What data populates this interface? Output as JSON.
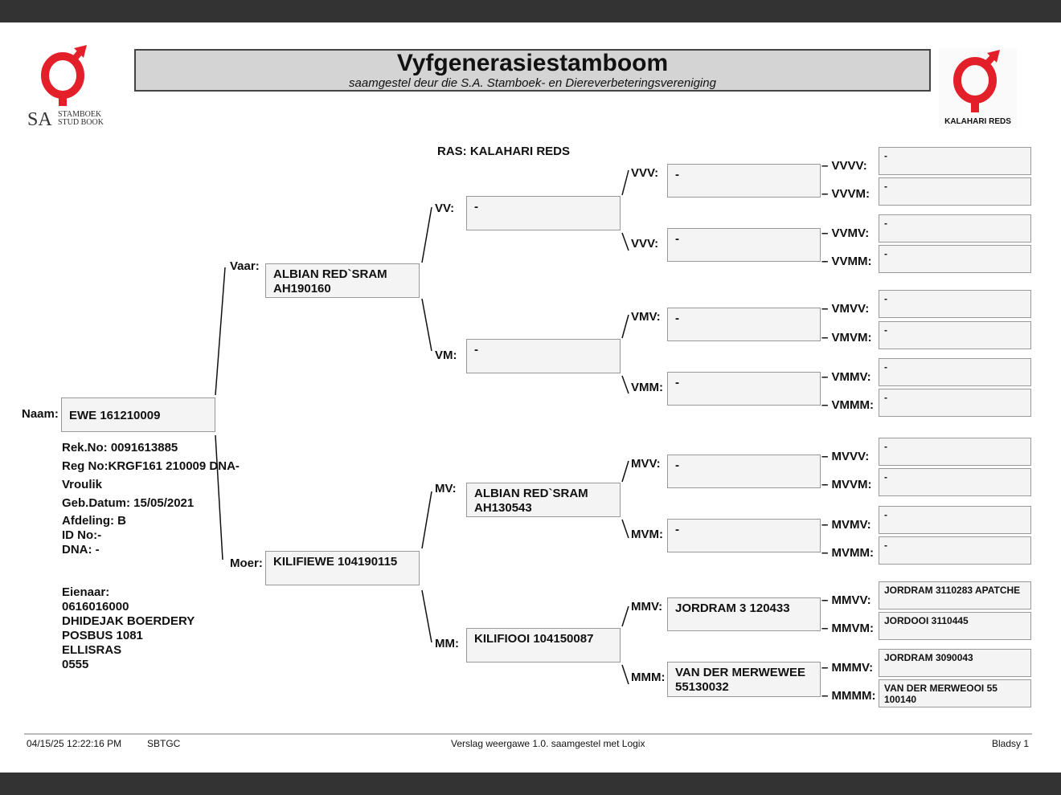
{
  "header": {
    "title": "Vyfgenerasiestamboom",
    "subtitle": "saamgestel deur die S.A. Stamboek- en Diereverbeteringsvereniging",
    "left_logo": {
      "line1": "STAMBOEK",
      "line2": "STUD BOOK",
      "prefix": "SA",
      "color": "#e3202a"
    },
    "right_logo": {
      "caption": "KALAHARI REDS",
      "color": "#e3202a"
    }
  },
  "breed": "RAS: KALAHARI REDS",
  "subject": {
    "label": "Naam:",
    "name": "EWE 161210009",
    "details": [
      "Rek.No: 0091613885",
      "Reg No:KRGF161 210009 DNA-",
      "Vroulik",
      "Geb.Datum: 15/05/2021",
      "Afdeling: B",
      "ID No:-",
      "DNA: -"
    ],
    "owner": [
      "Eienaar:",
      "0616016000",
      "DHIDEJAK BOERDERY",
      "POSBUS 1081",
      "ELLISRAS",
      "0555"
    ]
  },
  "gen1": [
    {
      "label": "Vaar:",
      "name": "ALBIAN RED`SRAM AH190160"
    },
    {
      "label": "Moer:",
      "name": "KILIFIEWE 104190115"
    }
  ],
  "gen2": [
    {
      "label": "VV:",
      "name": "-"
    },
    {
      "label": "VM:",
      "name": "-"
    },
    {
      "label": "MV:",
      "name": "ALBIAN RED`SRAM AH130543"
    },
    {
      "label": "MM:",
      "name": "KILIFIOOI 104150087"
    }
  ],
  "gen3": [
    {
      "label": "VVV:",
      "name": "-"
    },
    {
      "label": "VVV:",
      "name": "-"
    },
    {
      "label": "VMV:",
      "name": "-"
    },
    {
      "label": "VMM:",
      "name": "-"
    },
    {
      "label": "MVV:",
      "name": "-"
    },
    {
      "label": "MVM:",
      "name": "-"
    },
    {
      "label": "MMV:",
      "name": "JORDRAM 3 120433"
    },
    {
      "label": "MMM:",
      "name": "VAN DER MERWEWEE 55130032"
    }
  ],
  "gen4": [
    {
      "label": "– VVVV:",
      "name": "-"
    },
    {
      "label": "– VVVM:",
      "name": "-"
    },
    {
      "label": "– VVMV:",
      "name": "-"
    },
    {
      "label": "– VVMM:",
      "name": "-"
    },
    {
      "label": "– VMVV:",
      "name": "-"
    },
    {
      "label": "– VMVM:",
      "name": "-"
    },
    {
      "label": "– VMMV:",
      "name": "-"
    },
    {
      "label": "– VMMM:",
      "name": "-"
    },
    {
      "label": "– MVVV:",
      "name": "-"
    },
    {
      "label": "– MVVM:",
      "name": "-"
    },
    {
      "label": "– MVMV:",
      "name": "-"
    },
    {
      "label": "– MVMM:",
      "name": "-"
    },
    {
      "label": "– MMVV:",
      "name": "JORDRAM 3110283 APATCHE"
    },
    {
      "label": "– MMVM:",
      "name": "JORDOOI 3110445"
    },
    {
      "label": "– MMMV:",
      "name": "JORDRAM 3090043"
    },
    {
      "label": "– MMMM:",
      "name": "VAN DER MERWEOOI 55 100140"
    }
  ],
  "footer": {
    "datetime": "04/15/25 12:22:16 PM",
    "code": "SBTGC",
    "version": "Verslag weergawe 1.0. saamgestel met Logix",
    "page": "Bladsy 1"
  }
}
